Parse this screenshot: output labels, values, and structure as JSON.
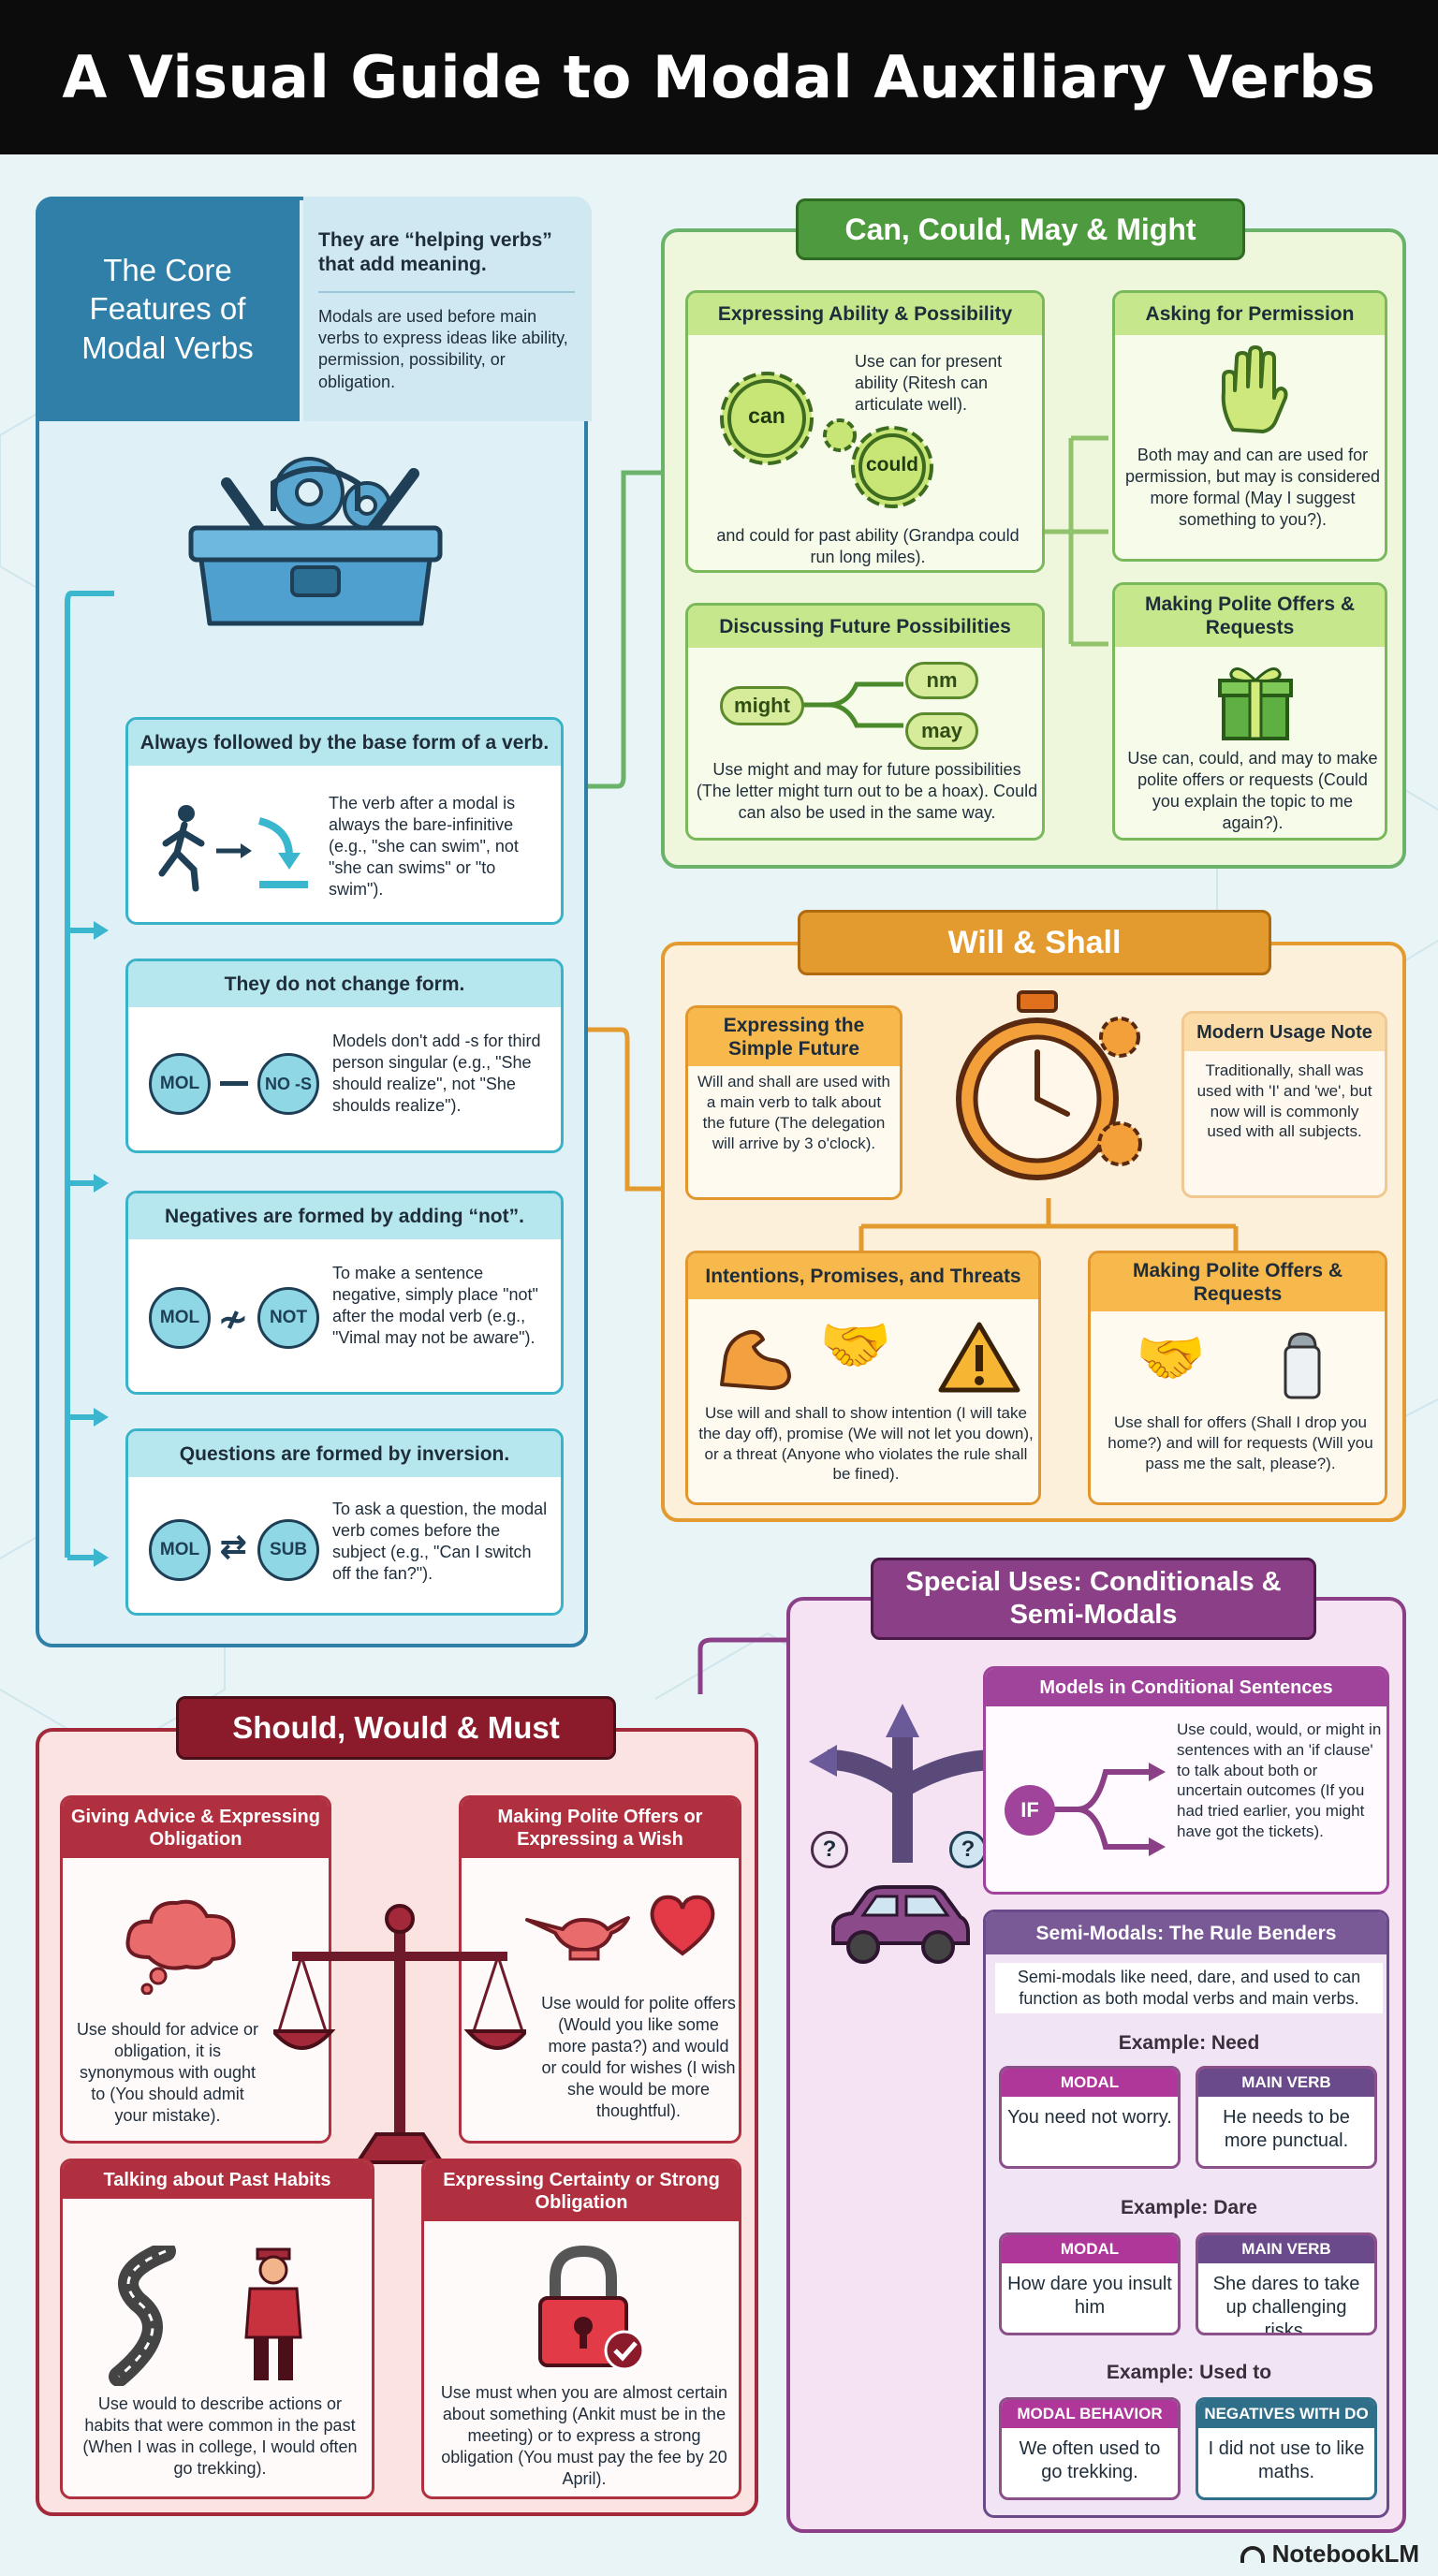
{
  "header": {
    "title": "A Visual Guide to Modal Auxiliary Verbs"
  },
  "core": {
    "title": "The Core Features of Modal Verbs",
    "intro_head": "They are “helping verbs” that add meaning.",
    "intro_text": "Modals are used before main verbs to express ideas like ability, permission, possibility, or obligation.",
    "f1_title": "Always followed by the base form of a verb.",
    "f1_text": "The verb after a modal is always the bare-infinitive (e.g., \"she can swim\", not \"she can swims\" or \"to swim\").",
    "f2_title": "They do not change form.",
    "f2_text": "Models don't add -s for third person singular (e.g., \"She should realize\", not \"She shoulds realize\").",
    "f2_a": "MOL",
    "f2_b": "NO -S",
    "f3_title": "Negatives are formed by adding “not”.",
    "f3_text": "To make a sentence negative, simply place \"not\" after the modal verb (e.g., \"Vimal may not be aware\").",
    "f3_a": "MOL",
    "f3_b": "NOT",
    "f4_title": "Questions are formed by inversion.",
    "f4_text": "To ask a question, the modal verb comes before the subject (e.g., \"Can I switch off the fan?\").",
    "f4_a": "MOL",
    "f4_b": "SUB"
  },
  "ccmm": {
    "title": "Can, Could, May & Might",
    "ability_title": "Expressing Ability & Possibility",
    "ability_text1": "Use can for present ability (Ritesh can articulate well).",
    "ability_text2": "and could for past ability (Grandpa could run long miles).",
    "gear_can": "can",
    "gear_could": "could",
    "perm_title": "Asking for Permission",
    "perm_text": "Both may and can are used for permission, but may is considered more formal (May I suggest something to you?).",
    "future_title": "Discussing Future Possibilities",
    "future_text": "Use might and may for future possibilities (The letter might turn out to be a hoax). Could can also be used in the same way.",
    "tag_might": "might",
    "tag_nm": "nm",
    "tag_may": "may",
    "offers_title": "Making Polite Offers & Requests",
    "offers_text": "Use can, could, and may to make polite offers or requests (Could you explain the topic to me again?)."
  },
  "will": {
    "title": "Will & Shall",
    "simple_title": "Expressing the Simple Future",
    "simple_text": "Will and shall are used with a main verb to talk about the future (The delegation will arrive by 3 o'clock).",
    "note_title": "Modern Usage Note",
    "note_text": "Traditionally, shall was used with 'I' and 'we', but now will is commonly used with all subjects.",
    "intent_title": "Intentions, Promises, and Threats",
    "intent_text": "Use will and shall to show intention (I will take the day off), promise (We will not let you down), or a threat (Anyone who violates the rule shall be fined).",
    "offers_title": "Making Polite Offers & Requests",
    "offers_text": "Use shall for offers (Shall I drop you home?) and will for requests (Will you pass me the salt, please?)."
  },
  "swm": {
    "title": "Should, Would & Must",
    "advice_title": "Giving Advice & Expressing Obligation",
    "advice_text": "Use should for advice or obligation, it is synonymous with ought to (You should admit your mistake).",
    "wish_title": "Making Polite Offers or Expressing a Wish",
    "wish_text": "Use would for polite offers (Would you like some more pasta?) and would or could for wishes (I wish she would be more thoughtful).",
    "habits_title": "Talking about Past Habits",
    "habits_text": "Use would to describe actions or habits that were common in the past (When I was in college, I would often go trekking).",
    "certain_title": "Expressing Certainty or Strong Obligation",
    "certain_text": "Use must when you are almost certain about something (Ankit must be in the meeting) or to express a strong obligation (You must pay the fee by 20 April)."
  },
  "special": {
    "title": "Special Uses: Conditionals & Semi-Modals",
    "cond_title": "Models in Conditional Sentences",
    "cond_text": "Use could, would, or might in sentences with an 'if clause' to talk about both or uncertain outcomes (If you had tried earlier, you might have got the tickets).",
    "if_label": "IF",
    "semi_title": "Semi-Modals: The Rule Benders",
    "semi_text": "Semi-modals like need, dare, and used to can function as both modal verbs and main verbs.",
    "need_label": "Example: Need",
    "need_modal_lab": "MODAL",
    "need_modal": "You need not worry.",
    "need_main_lab": "MAIN VERB",
    "need_main": "He needs to be more punctual.",
    "dare_label": "Example: Dare",
    "dare_modal_lab": "MODAL",
    "dare_modal": "How dare you insult him",
    "dare_main_lab": "MAIN VERB",
    "dare_main": "She dares to take up challenging risks.",
    "used_label": "Example: Used to",
    "used_modal_lab": "MODAL BEHAVIOR",
    "used_modal": "We often used to go trekking.",
    "used_main_lab": "NEGATIVES WITH DO",
    "used_main": "I did not use to like maths."
  },
  "brand": "NotebookLM",
  "colors": {
    "blue": "#2f7fa8",
    "green": "#4a9a3c",
    "orange": "#e08a1e",
    "red": "#a3283a",
    "purple": "#7a3a78"
  }
}
